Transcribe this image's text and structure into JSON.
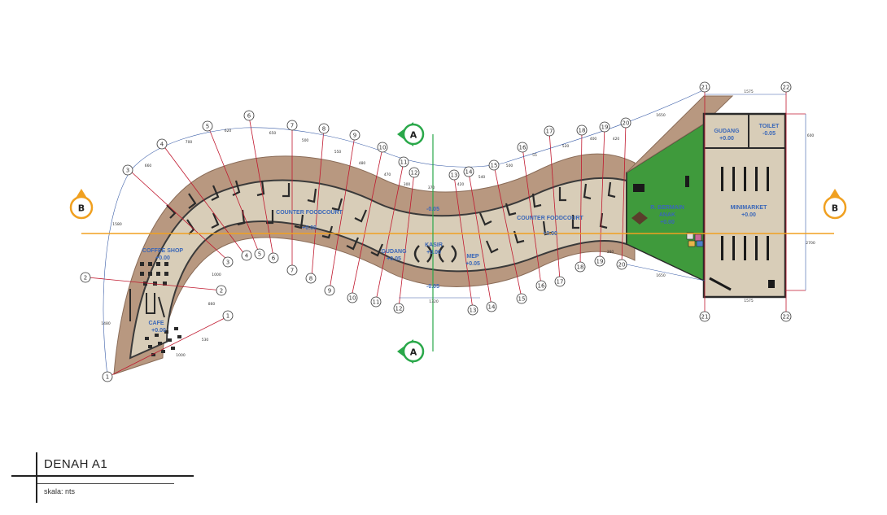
{
  "drawing": {
    "title": "DENAH A1",
    "scale": "skala: nts"
  },
  "sections": {
    "a_top": "A",
    "a_bottom": "A",
    "b_left": "B",
    "b_right": "B"
  },
  "rooms": {
    "coffee_shop": {
      "name": "COFFEE SHOP",
      "level": "+0.00"
    },
    "cafe": {
      "name": "CAFE",
      "level": "+0.00"
    },
    "foodcourt_1": {
      "name": "COUNTER FOODCOURT",
      "level": "+0.00"
    },
    "gudang_1": {
      "name": "GUDANG",
      "level": "+0.05"
    },
    "kasir": {
      "name": "KASIR",
      "level": "+0.00"
    },
    "mep": {
      "name": "MEP",
      "level": "+0.05"
    },
    "foodcourt_2": {
      "name": "COUNTER FOODCOURT",
      "level": "+0.00"
    },
    "bermain": {
      "name": "R. BERMAIN",
      "name2": "ANAK",
      "level": "+0.00"
    },
    "gudang_2": {
      "name": "GUDANG",
      "level": "+0.00"
    },
    "toilet": {
      "name": "TOILET",
      "level": "-0.05"
    },
    "minimarket": {
      "name": "MINIMARKET",
      "level": "+0.00"
    },
    "corridor_top": {
      "level": "-0.05"
    },
    "corridor_bottom": {
      "level": "-0.05"
    }
  },
  "grid_labels": [
    "1",
    "2",
    "3",
    "4",
    "5",
    "6",
    "7",
    "8",
    "9",
    "10",
    "11",
    "12",
    "13",
    "14",
    "15",
    "16",
    "17",
    "18",
    "19",
    "20",
    "21",
    "22"
  ],
  "dimensions": {
    "d620": "620",
    "d700": "700",
    "d660": "660",
    "d650": "650",
    "d500": "500",
    "d550": "550",
    "d480": "480",
    "d470": "470",
    "d300": "300",
    "d370": "370",
    "d420": "420",
    "d540": "540",
    "d500b": "500",
    "d55": "55",
    "d520": "520",
    "d400": "400",
    "d420b": "420",
    "d1650": "1650",
    "d1575": "1575",
    "d600": "600",
    "d2700": "2700",
    "d1580": "1580",
    "d1480": "1480",
    "d1000": "1000",
    "d1000b": "1000",
    "d860": "860",
    "d530": "530",
    "d1320": "1320",
    "d1650b": "1650",
    "d1575b": "1575",
    "d380": "380"
  },
  "colors": {
    "path": "#b89880",
    "floor": "#d8cdb8",
    "wall": "#3a3a3a",
    "grass": "#3f9a3c",
    "grid_line": "#c0192f",
    "section_line": "#f0a020",
    "section_a": "#2aa84a",
    "dim_line": "#3b5ea8",
    "label": "#3a67b8"
  }
}
